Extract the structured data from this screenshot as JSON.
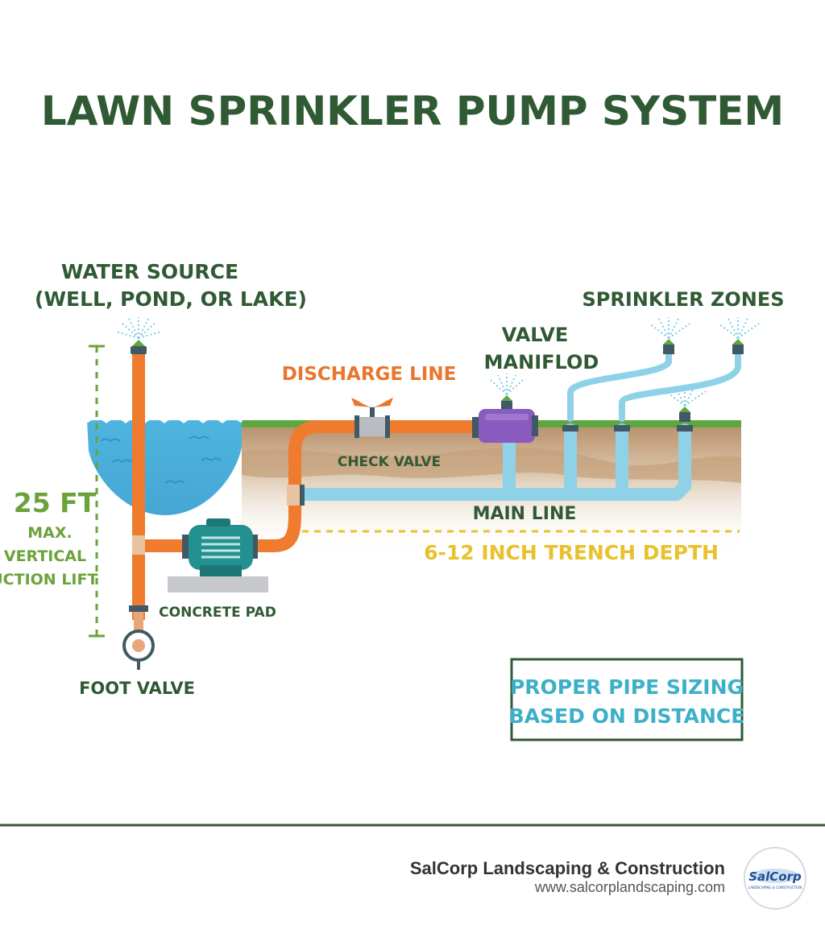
{
  "title": "LAWN SPRINKLER PUMP SYSTEM",
  "labels": {
    "water_source_line1": "WATER SOURCE",
    "water_source_line2": "(WELL, POND, OR LAKE)",
    "discharge_line": "DISCHARGE LINE",
    "check_valve": "CHECK VALVE",
    "valve_manifold_line1": "VALVE",
    "valve_manifold_line2": "MANIFLOD",
    "sprinkler_zones": "SPRINKLER ZONES",
    "main_line": "MAIN LINE",
    "trench_depth": "6-12 INCH TRENCH DEPTH",
    "concrete_pad": "CONCRETE PAD",
    "foot_valve": "FOOT VALVE",
    "lift_value": "25 FT",
    "lift_line1": "MAX.",
    "lift_line2": "VERTICAL",
    "lift_line3": "SUCTION LIFT"
  },
  "callout": {
    "line1": "PROPER PIPE SIZING",
    "line2": "BASED ON DISTANCE"
  },
  "footer": {
    "company": "SalCorp Landscaping & Construction",
    "url": "www.salcorplandscaping.com",
    "logo_text": "SalCorp",
    "logo_subtext": "LANDSCAPING & CONSTRUCTION"
  },
  "colors": {
    "title_green": "#2f5a33",
    "label_green": "#2f5a33",
    "lift_green": "#6aa33a",
    "discharge_orange": "#e8762b",
    "suction_pipe": "#ef7b2e",
    "main_pipe": "#8fd2e8",
    "water": "#4fb3de",
    "grass": "#5da640",
    "soil": "#c9a27e",
    "pump": "#23918f",
    "manifold": "#8a5bbf",
    "trench_yellow": "#e8c12f",
    "callout_text": "#3cb0c9",
    "callout_border": "#2f5a33",
    "footer_rule": "#2f5a33"
  }
}
